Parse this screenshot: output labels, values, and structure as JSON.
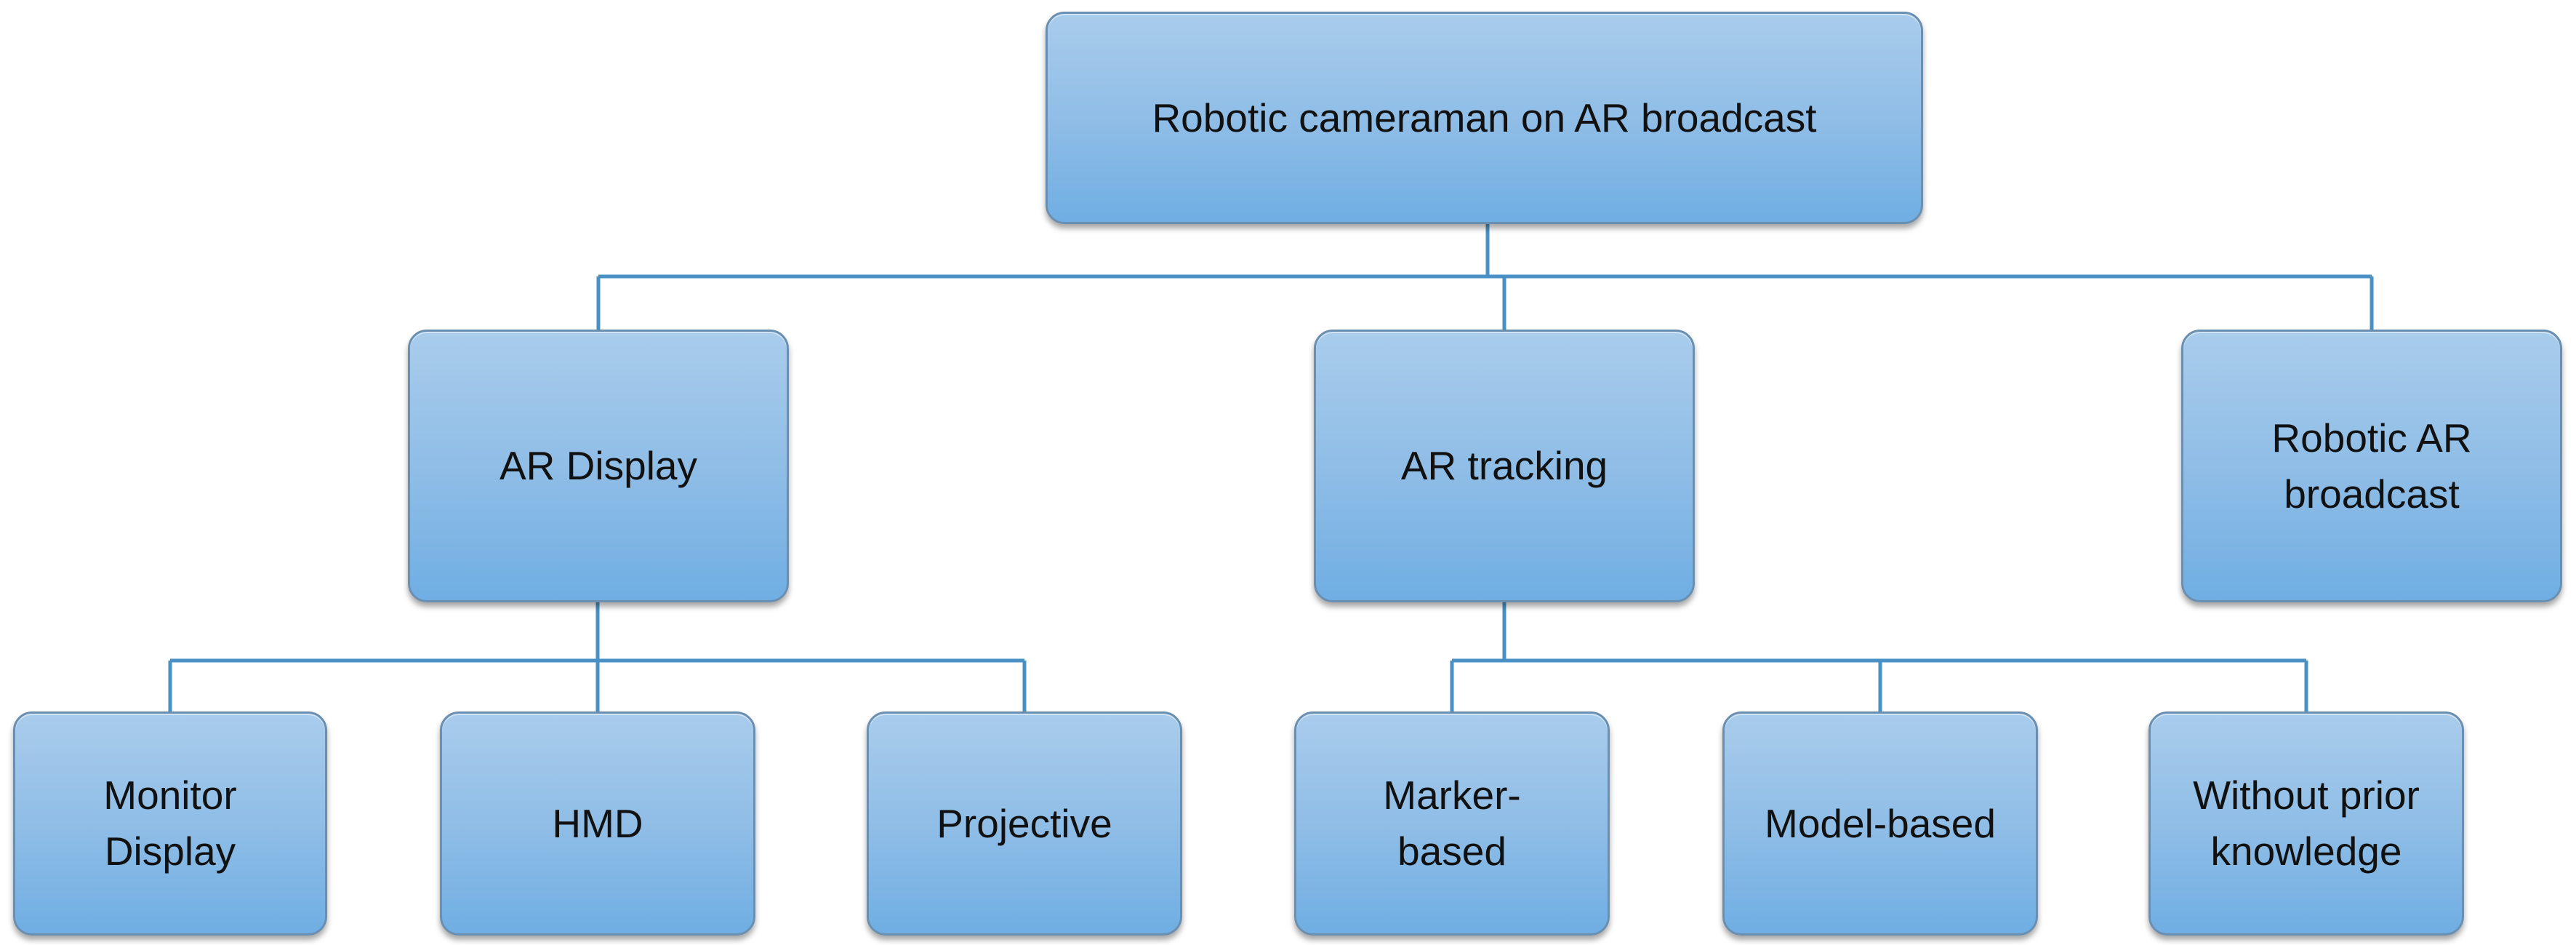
{
  "root": {
    "label": "Robotic cameraman on AR broadcast"
  },
  "level1": {
    "ar_display": {
      "label": "AR Display"
    },
    "ar_tracking": {
      "label": "AR tracking"
    },
    "robotic_ar_broadcast": {
      "line1": "Robotic AR",
      "line2": "broadcast"
    }
  },
  "ar_display_children": {
    "monitor_display": {
      "line1": "Monitor",
      "line2": "Display"
    },
    "hmd": {
      "label": "HMD"
    },
    "projective": {
      "label": "Projective"
    }
  },
  "ar_tracking_children": {
    "marker_based": {
      "line1": "Marker-",
      "line2": "based"
    },
    "model_based": {
      "label": "Model-based"
    },
    "without_prior_knowledge": {
      "line1": "Without prior",
      "line2": "knowledge"
    }
  },
  "colors": {
    "box_fill_top": "#a9ccec",
    "box_fill_bottom": "#6faee3",
    "box_border": "#6b8fb0",
    "connector": "#4a90c4"
  }
}
